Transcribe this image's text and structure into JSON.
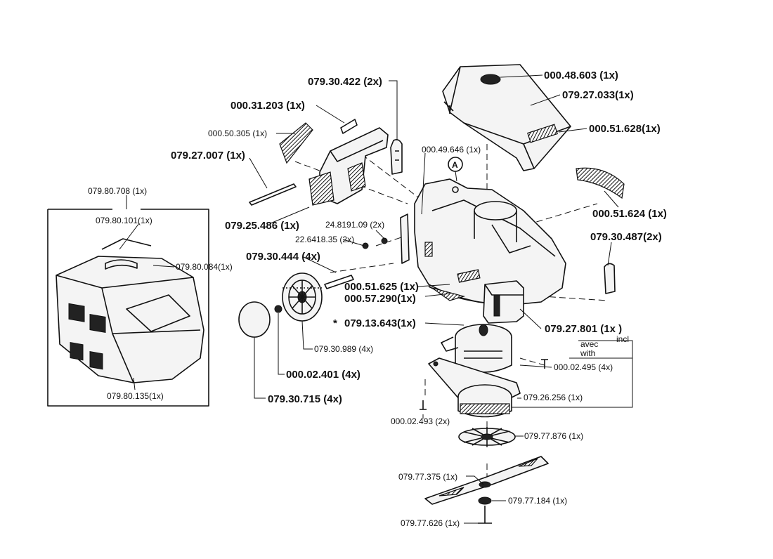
{
  "labels": {
    "l1": "000.48.603 (1x)",
    "l2": "079.27.033(1x)",
    "l3": "000.51.628(1x)",
    "l4": "079.30.422 (2x)",
    "l5": "000.31.203 (1x)",
    "l6": "000.50.305 (1x)",
    "l7": "079.27.007 (1x)",
    "l8": "000.49.646 (1x)",
    "l9": "000.51.624 (1x)",
    "l10": "079.30.487(2x)",
    "l11": "079.80.708 (1x)",
    "l12": "079.80.101(1x)",
    "l13": "079.80.084(1x)",
    "l14": "079.80.135(1x)",
    "l15": "079.25.486 (1x)",
    "l16": "24.8191.09 (2x)",
    "l17": "22.6418.35 (2x)",
    "l18": "079.30.444 (4x)",
    "l19": "000.51.625 (1x)",
    "l20": "000.57.290(1x)",
    "l21": "079.13.643(1x)",
    "l22": "079.27.801 (1x )",
    "l23": "avec",
    "l24": "with",
    "l25": "incl",
    "l26": "079.30.989 (4x)",
    "l27": "000.02.401 (4x)",
    "l28": "079.30.715 (4x)",
    "l29": "000.02.495 (4x)",
    "l30": "079.26.256 (1x)",
    "l31": "000.02.493 (2x)",
    "l32": "079.77.876 (1x)",
    "l33": "079.77.375 (1x)",
    "l34": "079.77.184 (1x)",
    "l35": "079.77.626 (1x)",
    "callout_a": "A",
    "asterisk": "*"
  }
}
